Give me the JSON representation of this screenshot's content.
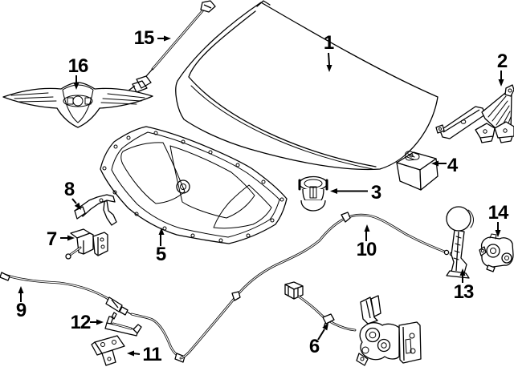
{
  "diagram": {
    "background": "#ffffff",
    "line_color": "#000000",
    "callouts": [
      {
        "num": "1"
      },
      {
        "num": "2"
      },
      {
        "num": "3"
      },
      {
        "num": "4"
      },
      {
        "num": "5"
      },
      {
        "num": "6"
      },
      {
        "num": "7"
      },
      {
        "num": "8"
      },
      {
        "num": "9"
      },
      {
        "num": "10"
      },
      {
        "num": "11"
      },
      {
        "num": "12"
      },
      {
        "num": "13"
      },
      {
        "num": "14"
      },
      {
        "num": "15"
      },
      {
        "num": "16"
      }
    ]
  }
}
